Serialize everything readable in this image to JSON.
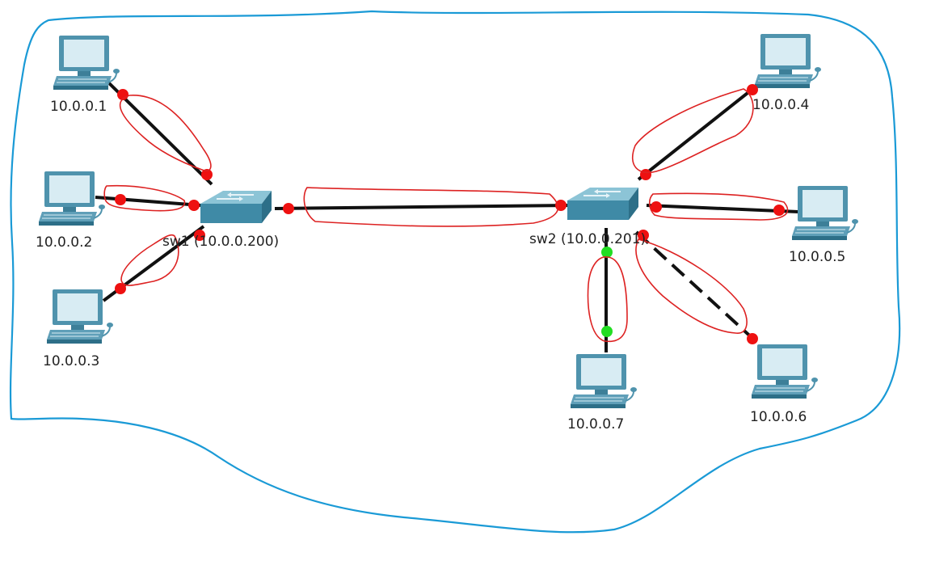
{
  "diagram": {
    "switches": [
      {
        "id": "sw1",
        "label": "sw1 (10.0.0.200)"
      },
      {
        "id": "sw2",
        "label": "sw2 (10.0.0.201)"
      }
    ],
    "hosts": [
      {
        "id": "pc1",
        "label": "10.0.0.1"
      },
      {
        "id": "pc2",
        "label": "10.0.0.2"
      },
      {
        "id": "pc3",
        "label": "10.0.0.3"
      },
      {
        "id": "pc4",
        "label": "10.0.0.4"
      },
      {
        "id": "pc5",
        "label": "10.0.0.5"
      },
      {
        "id": "pc6",
        "label": "10.0.0.6"
      },
      {
        "id": "pc7",
        "label": "10.0.0.7"
      }
    ],
    "links": [
      {
        "id": "pc1-sw1",
        "from": "pc1",
        "to": "sw1",
        "style": "solid",
        "status": "down"
      },
      {
        "id": "pc2-sw1",
        "from": "pc2",
        "to": "sw1",
        "style": "solid",
        "status": "down"
      },
      {
        "id": "pc3-sw1",
        "from": "pc3",
        "to": "sw1",
        "style": "solid",
        "status": "down"
      },
      {
        "id": "sw1-sw2",
        "from": "sw1",
        "to": "sw2",
        "style": "solid",
        "status": "down"
      },
      {
        "id": "pc4-sw2",
        "from": "pc4",
        "to": "sw2",
        "style": "solid",
        "status": "down"
      },
      {
        "id": "pc5-sw2",
        "from": "pc5",
        "to": "sw2",
        "style": "solid",
        "status": "down"
      },
      {
        "id": "pc6-sw2",
        "from": "pc6",
        "to": "sw2",
        "style": "dashed",
        "status": "down"
      },
      {
        "id": "pc7-sw2",
        "from": "pc7",
        "to": "sw2",
        "style": "solid",
        "status": "up"
      }
    ],
    "colors": {
      "link": "#111111",
      "port_down": "#ee1111",
      "port_up": "#22dd22",
      "annotation_red": "#dd2222",
      "annotation_blue": "#1a9ad6",
      "switch_top": "#8cc4d6",
      "switch_front": "#3f8aa6",
      "switch_side": "#2d6f88",
      "monitor_frame": "#4f93ad",
      "screen": "#d8ecf3"
    }
  }
}
